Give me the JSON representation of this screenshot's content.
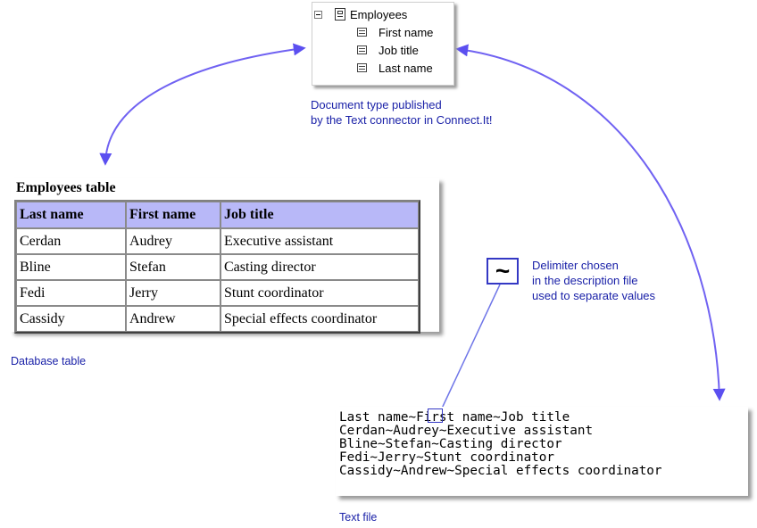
{
  "tree": {
    "root_label": "Employees",
    "children": [
      "First name",
      "Job title",
      "Last name"
    ]
  },
  "captions": {
    "doc_type_line1": "Document type published",
    "doc_type_line2": "by the Text connector in Connect.It!",
    "database_table": "Database table",
    "delimiter_line1": "Delimiter chosen",
    "delimiter_line2": "in the description file",
    "delimiter_line3": "used to separate values",
    "text_file": "Text file"
  },
  "delimiter_symbol": "~",
  "table": {
    "title": "Employees table",
    "headers": [
      "Last name",
      "First name",
      "Job title"
    ],
    "rows": [
      [
        "Cerdan",
        "Audrey",
        "Executive assistant"
      ],
      [
        "Bline",
        "Stefan",
        "Casting director"
      ],
      [
        "Fedi",
        "Jerry",
        "Stunt coordinator"
      ],
      [
        "Cassidy",
        "Andrew",
        "Special effects coordinator"
      ]
    ]
  },
  "text_file_lines": [
    "Last name~First name~Job title",
    "Cerdan~Audrey~Executive assistant",
    "Bline~Stefan~Casting director",
    "Fedi~Jerry~Stunt coordinator",
    "Cassidy~Andrew~Special effects coordinator"
  ],
  "colors": {
    "arrow": "#6a5cf0",
    "caption_text": "#1a21a8",
    "header_fill": "#b8b8f8"
  }
}
